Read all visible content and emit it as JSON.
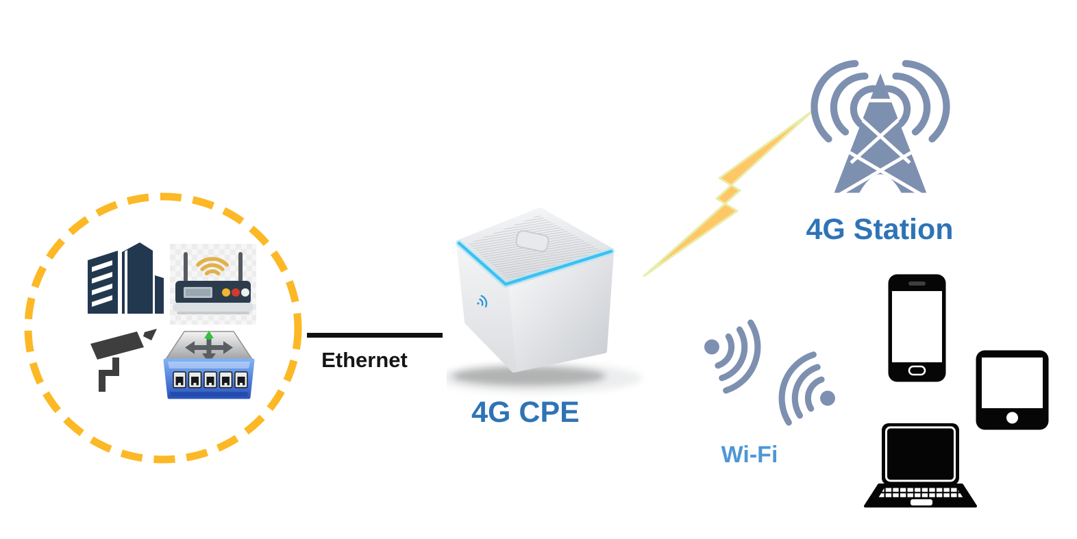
{
  "labels": {
    "ethernet": "Ethernet",
    "cpe": "4G CPE",
    "station": "4G Station",
    "wifi": "Wi-Fi"
  },
  "groups": {
    "lan_devices": [
      "office-building",
      "wireless-router",
      "cctv-camera",
      "ethernet-switch"
    ],
    "wifi_clients": [
      "smartphone",
      "tablet",
      "laptop"
    ]
  },
  "links": [
    {
      "from": "lan-devices",
      "to": "4G CPE",
      "label": "Ethernet",
      "style": "solid-black-line"
    },
    {
      "from": "4G CPE",
      "to": "4G Station",
      "label": "",
      "style": "lightning-bolt"
    },
    {
      "from": "4G CPE",
      "to": "wifi-clients",
      "label": "Wi-Fi",
      "style": "wifi-waves"
    }
  ],
  "icons": [
    "office-building-icon",
    "wireless-router-icon",
    "cctv-camera-icon",
    "ethernet-switch-icon",
    "cpe-cube-device",
    "lightning-bolt-icon",
    "cell-tower-icon",
    "wifi-signal-icon",
    "smartphone-icon",
    "tablet-icon",
    "laptop-icon"
  ],
  "colors": {
    "accent_blue": "#2E74B5",
    "wifi_text_blue": "#4E97D5",
    "signal_blue_gray": "#7E90B0",
    "circle_yellow": "#FCB825",
    "bolt_fill": "#FFC766",
    "bolt_edge": "#E8EDAC",
    "line_black": "#111111",
    "led_cyan": "#3BC1F2",
    "building_navy": "#22384F",
    "camera_gray": "#3E3E3E",
    "router_navy": "#2C3C4D",
    "router_wave_gold": "#E2B14B"
  }
}
